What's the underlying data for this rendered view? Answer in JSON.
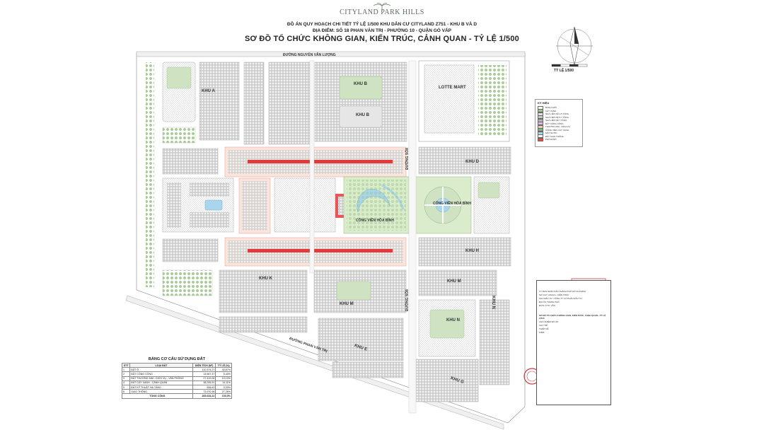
{
  "header": {
    "logo": "CITYLAND PARK HILLS",
    "line1": "ĐỒ ÁN QUY HOẠCH CHI TIẾT TỶ LỆ 1/500 KHU DÂN CƯ CITYLAND Z751 - KHU B VÀ D",
    "line2": "ĐỊA ĐIỂM: SỐ 18 PHAN VĂN TRỊ - PHƯỜNG 10 - QUẬN GÒ VẤP",
    "title": "SƠ ĐỒ TỔ CHỨC KHÔNG GIAN, KIẾN TRÚC, CẢNH QUAN - TỶ LỆ 1/500"
  },
  "map": {
    "roads": {
      "nguyen_van_luong": "ĐƯỜNG NGUYỄN VĂN LƯỢNG",
      "phan_van_tri": "ĐƯỜNG PHAN VĂN TRỊ",
      "road_a": "ĐƯỜNG SỐ8",
      "road_b": "ĐƯỜNG SỐ8"
    },
    "zones": {
      "khu_a": "KHU A",
      "khu_b": "KHU B",
      "khu_b2": "KHU B",
      "khu_d": "KHU D",
      "khu_h": "KHU H",
      "khu_k": "KHU K",
      "khu_m": "KHU M",
      "khu_m2": "KHU M",
      "khu_n": "KHU N",
      "khu_n2": "KHU N",
      "khu_e": "KHU E",
      "khu_g": "KHU G",
      "lotte": "LOTTE MART",
      "park1": "CÔNG VIÊN HÒA BÌNH",
      "park2": "CÔNG VIÊN HÒA BÌNH"
    }
  },
  "north": {
    "scale": "TỶ LỆ 1/500"
  },
  "legend": {
    "title": "KÝ HIỆU",
    "items": [
      {
        "label": "RANH GIỚI",
        "color": "#ffffff"
      },
      {
        "label": "CÂY XANH",
        "color": "#9cc98a"
      },
      {
        "label": "NHÀ LIÊN KẾ 1-5 TẦNG",
        "color": "#e0e0e0"
      },
      {
        "label": "NHÀ LIÊN KẾ 5-7 TẦNG",
        "color": "#c9c9c9"
      },
      {
        "label": "NHÀ LIÊN KẾ 7 TẦNG",
        "color": "#b5b5b5"
      },
      {
        "label": "ĐẤT CÔNG CỘNG",
        "color": "#d9b9e6"
      },
      {
        "label": "THƯƠNG MẠI - DỊCH VỤ",
        "color": "#f5c9b5"
      },
      {
        "label": "CÔNG VIÊN CÂY XANH",
        "color": "#7ab87a"
      },
      {
        "label": "MẶT NƯỚC",
        "color": "#a9d6ec"
      },
      {
        "label": "ĐẤT GIAO THÔNG",
        "color": "#ffffff"
      },
      {
        "label": "PHỐ ĐI BỘ",
        "color": "#e84a4a"
      }
    ]
  },
  "land_table": {
    "title": "BẢNG CƠ CẤU SỬ DỤNG ĐẤT",
    "headers": [
      "STT",
      "LOẠI ĐẤT",
      "DIỆN TÍCH (M²)",
      "TỶ LỆ (%)"
    ],
    "rows": [
      [
        "1",
        "ĐẤT Ở",
        "110.374,27",
        "40,67%"
      ],
      [
        "2",
        "ĐẤT CÔNG CỘNG",
        "14.667,37",
        "5,40%"
      ],
      [
        "3",
        "ĐẤT THƯƠNG MẠI - DỊCH VỤ - VĂN PHÒNG",
        "27.419,06",
        "10,10%"
      ],
      [
        "4",
        "ĐẤT CÂY XANH - CẢNH QUAN",
        "38.295,91",
        "14,11%"
      ],
      [
        "5",
        "ĐẤT KỸ THUẬT HẠ TẦNG",
        "906,63",
        "0,33%"
      ],
      [
        "6",
        "GIAO THÔNG",
        "73.970,98",
        "27,26%"
      ]
    ],
    "total_label": "TỔNG CỘNG",
    "total_area": "265.634,22",
    "total_pct": "100,0%"
  },
  "stamp": {
    "lines": [
      "ỦY BAN NHÂN DÂN THÀNH PHỐ HỒ CHÍ MINH",
      "SỞ QUY HOẠCH - KIẾN TRÚC",
      "CHỦ ĐẦU TƯ: CÔNG TY CỔ PHẦN ĐẦU TƯ",
      "ĐỊA ỐC THÀNH PHỐ",
      "ĐƠN VỊ TƯ VẤN",
      "SƠ ĐỒ TỔ CHỨC KHÔNG GIAN, KIẾN TRÚC, CẢNH QUAN - TỶ LỆ 1/500",
      "CHỦ NHIỆM ĐỒ ÁN",
      "CHỦ TRÌ",
      "THIẾT KẾ",
      "KIỂM"
    ]
  }
}
